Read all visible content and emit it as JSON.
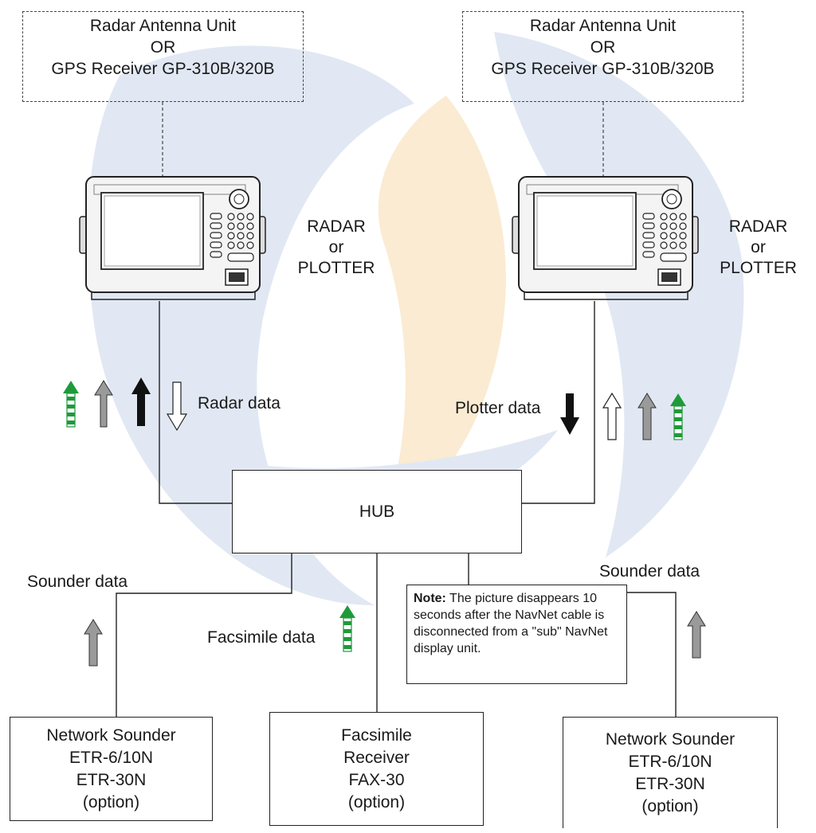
{
  "top_left_source": {
    "line1": "Radar Antenna Unit",
    "line2": "OR",
    "line3": "GPS Receiver GP-310B/320B"
  },
  "top_right_source": {
    "line1": "Radar Antenna Unit",
    "line2": "OR",
    "line3": "GPS Receiver GP-310B/320B"
  },
  "left_display": {
    "line1": "RADAR",
    "line2": "or",
    "line3": "PLOTTER"
  },
  "right_display": {
    "line1": "RADAR",
    "line2": "or",
    "line3": "PLOTTER"
  },
  "labels": {
    "radar_data": "Radar data",
    "plotter_data": "Plotter data",
    "hub": "HUB",
    "sounder_data_left": "Sounder data",
    "sounder_data_right": "Sounder data",
    "facsimile_data": "Facsimile data"
  },
  "note": {
    "heading": "Note:",
    "body": " The picture disappears 10 seconds after the NavNet cable is disconnected from a \"sub\" NavNet display unit."
  },
  "bottom_left_box": {
    "line1": "Network Sounder",
    "line2": "ETR-6/10N",
    "line3": "ETR-30N",
    "line4": "(option)"
  },
  "bottom_center_box": {
    "line1": "Facsimile",
    "line2": "Receiver",
    "line3": "FAX-30",
    "line4": "(option)"
  },
  "bottom_right_box": {
    "line1": "Network Sounder",
    "line2": "ETR-6/10N",
    "line3": "ETR-30N",
    "line4": "(option)"
  },
  "colors": {
    "watermark_blue": "#c9d6ea",
    "watermark_orange": "#f6dcae",
    "arrow_green": "#1f9a3a",
    "arrow_gray": "#9a9a9a",
    "arrow_black": "#111111",
    "line": "#222222"
  }
}
